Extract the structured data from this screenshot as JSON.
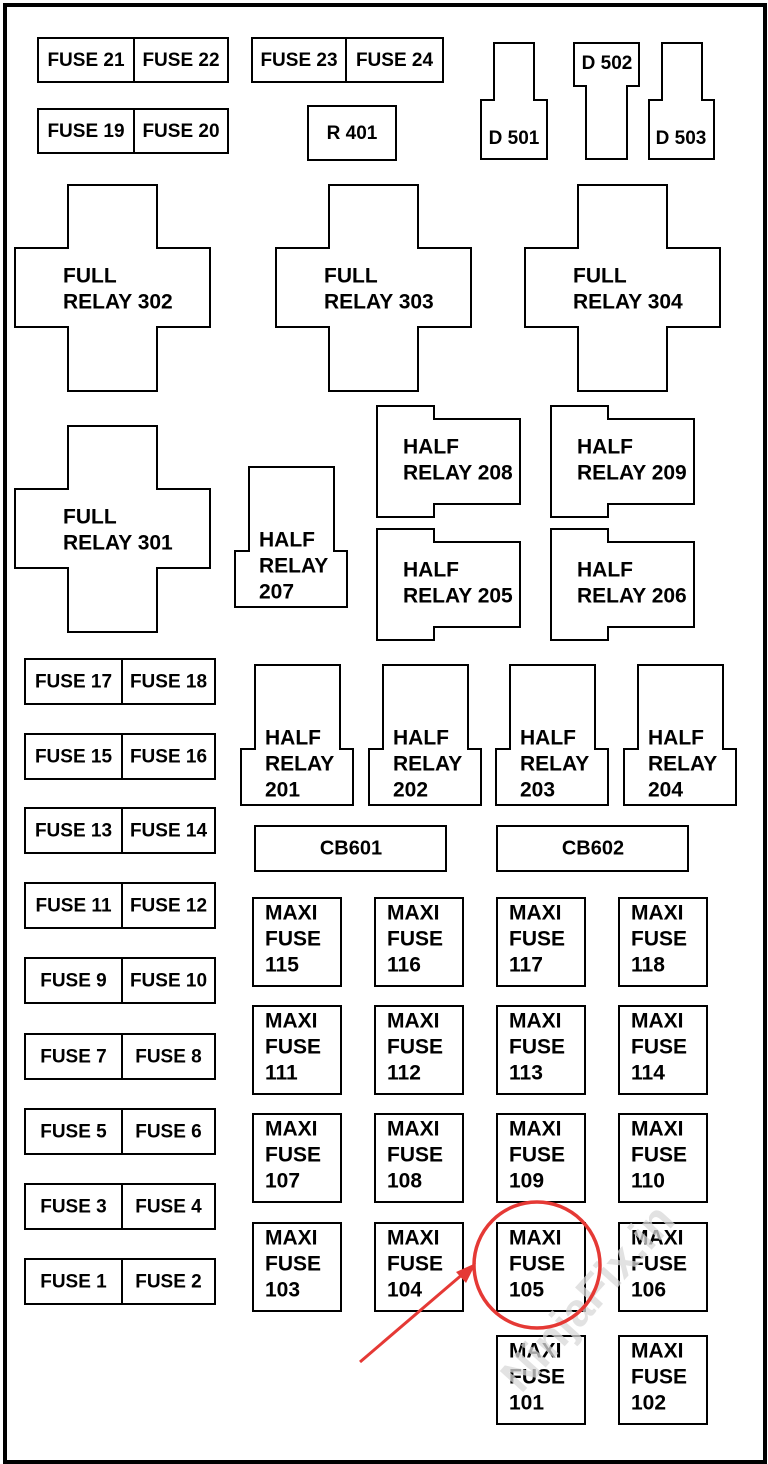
{
  "colors": {
    "outline": "#000000",
    "highlight": "#e53935",
    "background": "#ffffff",
    "watermark": "#d8d8d8"
  },
  "watermark": "NinjaFix.in",
  "fuse_pairs": [
    [
      "FUSE 21",
      "FUSE 22"
    ],
    [
      "FUSE 23",
      "FUSE 24"
    ],
    [
      "FUSE 19",
      "FUSE 20"
    ],
    [
      "FUSE 17",
      "FUSE 18"
    ],
    [
      "FUSE 15",
      "FUSE 16"
    ],
    [
      "FUSE 13",
      "FUSE 14"
    ],
    [
      "FUSE 11",
      "FUSE 12"
    ],
    [
      "FUSE 9",
      "FUSE 10"
    ],
    [
      "FUSE 7",
      "FUSE 8"
    ],
    [
      "FUSE 5",
      "FUSE 6"
    ],
    [
      "FUSE 3",
      "FUSE 4"
    ],
    [
      "FUSE 1",
      "FUSE 2"
    ]
  ],
  "r401": "R 401",
  "diodes": [
    "D 501",
    "D 502",
    "D 503"
  ],
  "full_relays": [
    [
      "FULL",
      "RELAY 302"
    ],
    [
      "FULL",
      "RELAY 303"
    ],
    [
      "FULL",
      "RELAY 304"
    ],
    [
      "FULL",
      "RELAY 301"
    ]
  ],
  "half_relays_tall": [
    [
      "HALF",
      "RELAY",
      "207"
    ],
    [
      "HALF",
      "RELAY",
      "201"
    ],
    [
      "HALF",
      "RELAY",
      "202"
    ],
    [
      "HALF",
      "RELAY",
      "203"
    ],
    [
      "HALF",
      "RELAY",
      "204"
    ]
  ],
  "half_relays_wide": [
    [
      "HALF",
      "RELAY 208"
    ],
    [
      "HALF",
      "RELAY 209"
    ],
    [
      "HALF",
      "RELAY 205"
    ],
    [
      "HALF",
      "RELAY 206"
    ]
  ],
  "circuit_breakers": [
    "CB601",
    "CB602"
  ],
  "maxi_fuses": [
    [
      "MAXI",
      "FUSE",
      "115"
    ],
    [
      "MAXI",
      "FUSE",
      "116"
    ],
    [
      "MAXI",
      "FUSE",
      "117"
    ],
    [
      "MAXI",
      "FUSE",
      "118"
    ],
    [
      "MAXI",
      "FUSE",
      "111"
    ],
    [
      "MAXI",
      "FUSE",
      "112"
    ],
    [
      "MAXI",
      "FUSE",
      "113"
    ],
    [
      "MAXI",
      "FUSE",
      "114"
    ],
    [
      "MAXI",
      "FUSE",
      "107"
    ],
    [
      "MAXI",
      "FUSE",
      "108"
    ],
    [
      "MAXI",
      "FUSE",
      "109"
    ],
    [
      "MAXI",
      "FUSE",
      "110"
    ],
    [
      "MAXI",
      "FUSE",
      "103"
    ],
    [
      "MAXI",
      "FUSE",
      "104"
    ],
    [
      "MAXI",
      "FUSE",
      "105"
    ],
    [
      "MAXI",
      "FUSE",
      "106"
    ],
    [
      "MAXI",
      "FUSE",
      "101"
    ],
    [
      "MAXI",
      "FUSE",
      "102"
    ]
  ],
  "highlighted_component": "MAXI FUSE 105"
}
